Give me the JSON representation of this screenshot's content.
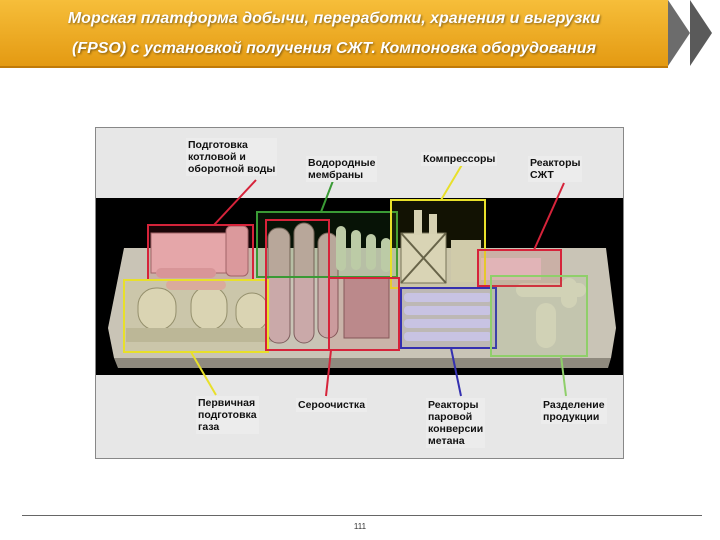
{
  "header": {
    "title_line1": "Морская платформа добычи, переработки, хранения и выгрузки",
    "title_line2": "(FPSO) с установкой получения СЖТ. Компоновка оборудования"
  },
  "diagram": {
    "labels": {
      "boiler_water": [
        "Подготовка",
        "котловой и",
        "оборотной воды"
      ],
      "hydrogen_membranes": [
        "Водородные",
        "мембраны"
      ],
      "compressors": [
        "Компрессоры"
      ],
      "gtl_reactors": [
        "Реакторы",
        "СЖТ"
      ],
      "primary_gas_prep": [
        "Первичная",
        "подготовка",
        "газа"
      ],
      "desulfurization": [
        "Сероочистка"
      ],
      "steam_reforming": [
        "Реакторы",
        "паровой",
        "конверсии",
        "метана"
      ],
      "product_separation": [
        "Разделение",
        "продукции"
      ]
    },
    "colors": {
      "red": "#d6233a",
      "green": "#3a9a35",
      "yellow": "#e8e02a",
      "blue": "#3430b0",
      "lightgreen": "#8fcf6a"
    }
  },
  "footer": {
    "page_number": "111"
  }
}
